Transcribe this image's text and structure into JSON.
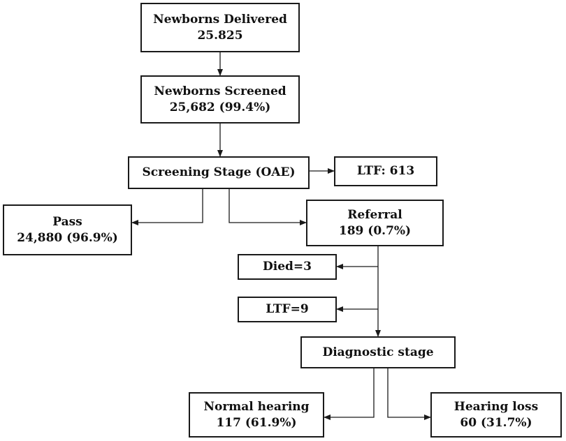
{
  "nodes": {
    "delivered": {
      "title": "Newborns Delivered",
      "value": "25.825"
    },
    "screened": {
      "title": "Newborns Screened",
      "value": "25,682 (99.4%)"
    },
    "screening_stage": {
      "title": "Screening Stage (OAE)"
    },
    "ltf_screening": {
      "title": "LTF: 613"
    },
    "pass": {
      "title": "Pass",
      "value": "24,880 (96.9%)"
    },
    "referral": {
      "title": "Referral",
      "value": "189 (0.7%)"
    },
    "died": {
      "title": "Died=3"
    },
    "ltf_referral": {
      "title": "LTF=9"
    },
    "diagnostic_stage": {
      "title": "Diagnostic stage"
    },
    "normal_hearing": {
      "title": "Normal hearing",
      "value": "117 (61.9%)"
    },
    "hearing_loss": {
      "title": "Hearing loss",
      "value": "60 (31.7%)"
    }
  }
}
